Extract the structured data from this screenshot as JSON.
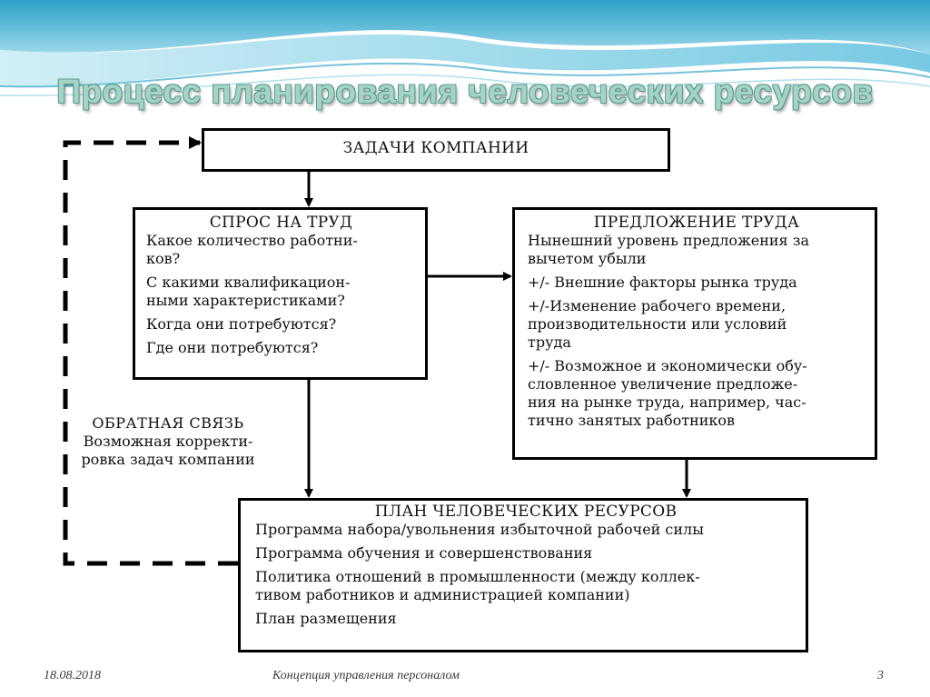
{
  "title": "Процесс планирования человеческих ресурсов",
  "boxes": {
    "tasks": {
      "title": "ЗАДАЧИ КОМПАНИИ"
    },
    "demand": {
      "title": "СПРОС НА ТРУД",
      "lines": [
        "Какое количество работни-",
        "ков?",
        "С какими квалификацион-",
        "ными характеристиками?",
        "Когда они потребуются?",
        "Где они потребуются?"
      ]
    },
    "supply": {
      "title": "ПРЕДЛОЖЕНИЕ ТРУДА",
      "lines": [
        "Нынешний уровень предложения за",
        "вычетом убыли",
        "+/- Внешние факторы рынка труда",
        "+/-Изменение рабочего времени,",
        "производительности или условий",
        "труда",
        "+/- Возможное и экономически обу-",
        "словленное увеличение предложе-",
        "ния на рынке труда, например, час-",
        "тично занятых работников"
      ]
    },
    "plan": {
      "title": "ПЛАН ЧЕЛОВЕЧЕСКИХ РЕСУРСОВ",
      "lines": [
        "Программа набора/увольнения избыточной рабочей силы",
        "Программа обучения и совершенствования",
        "Политика отношений в промышленности (между коллек-",
        "тивом работников и администрацией компании)",
        "План размещения"
      ]
    }
  },
  "feedback": {
    "title": "ОБРАТНАЯ СВЯЗЬ",
    "lines": [
      "Возможная корректи-",
      "ровка задач компании"
    ]
  },
  "footer": {
    "date": "18.08.2018",
    "center": "Концепция управления персоналом",
    "page": "3"
  }
}
